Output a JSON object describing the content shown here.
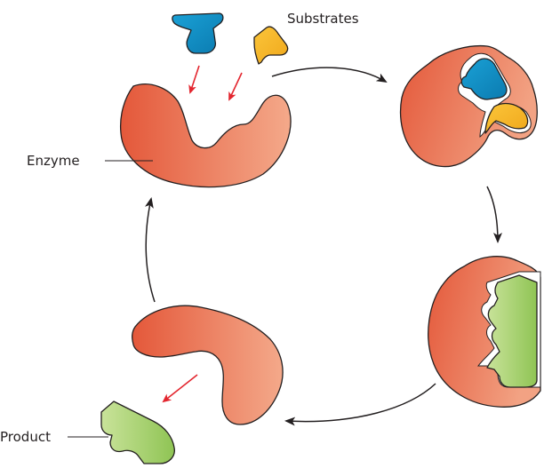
{
  "labels": {
    "substrates": "Substrates",
    "enzyme": "Enzyme",
    "product": "Product"
  },
  "colors": {
    "enzyme_light": "#f4a98a",
    "enzyme_dark": "#e4583a",
    "substrate_blue": "#1aa1d6",
    "substrate_blue_dark": "#0b7bb0",
    "substrate_yellow": "#fbc53a",
    "substrate_yellow_dark": "#f0a81c",
    "product_light": "#c9e39a",
    "product_dark": "#8fc454",
    "arrow_red": "#e3262f",
    "outline": "#231f20"
  }
}
